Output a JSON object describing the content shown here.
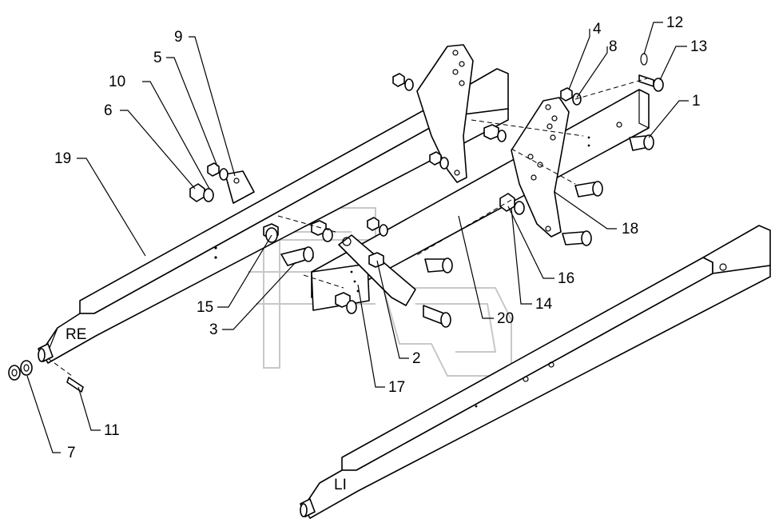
{
  "side_labels": {
    "right": "RE",
    "left": "LI"
  },
  "callouts": [
    {
      "id": "c1",
      "text": "1"
    },
    {
      "id": "c2",
      "text": "2"
    },
    {
      "id": "c3",
      "text": "3"
    },
    {
      "id": "c4",
      "text": "4"
    },
    {
      "id": "c5",
      "text": "5"
    },
    {
      "id": "c6",
      "text": "6"
    },
    {
      "id": "c7",
      "text": "7"
    },
    {
      "id": "c8",
      "text": "8"
    },
    {
      "id": "c9",
      "text": "9"
    },
    {
      "id": "c10",
      "text": "10"
    },
    {
      "id": "c11",
      "text": "11"
    },
    {
      "id": "c12",
      "text": "12"
    },
    {
      "id": "c13",
      "text": "13"
    },
    {
      "id": "c14",
      "text": "14"
    },
    {
      "id": "c15",
      "text": "15"
    },
    {
      "id": "c16",
      "text": "16"
    },
    {
      "id": "c17",
      "text": "17"
    },
    {
      "id": "c18",
      "text": "18"
    },
    {
      "id": "c19",
      "text": "19"
    },
    {
      "id": "c20",
      "text": "20"
    }
  ]
}
